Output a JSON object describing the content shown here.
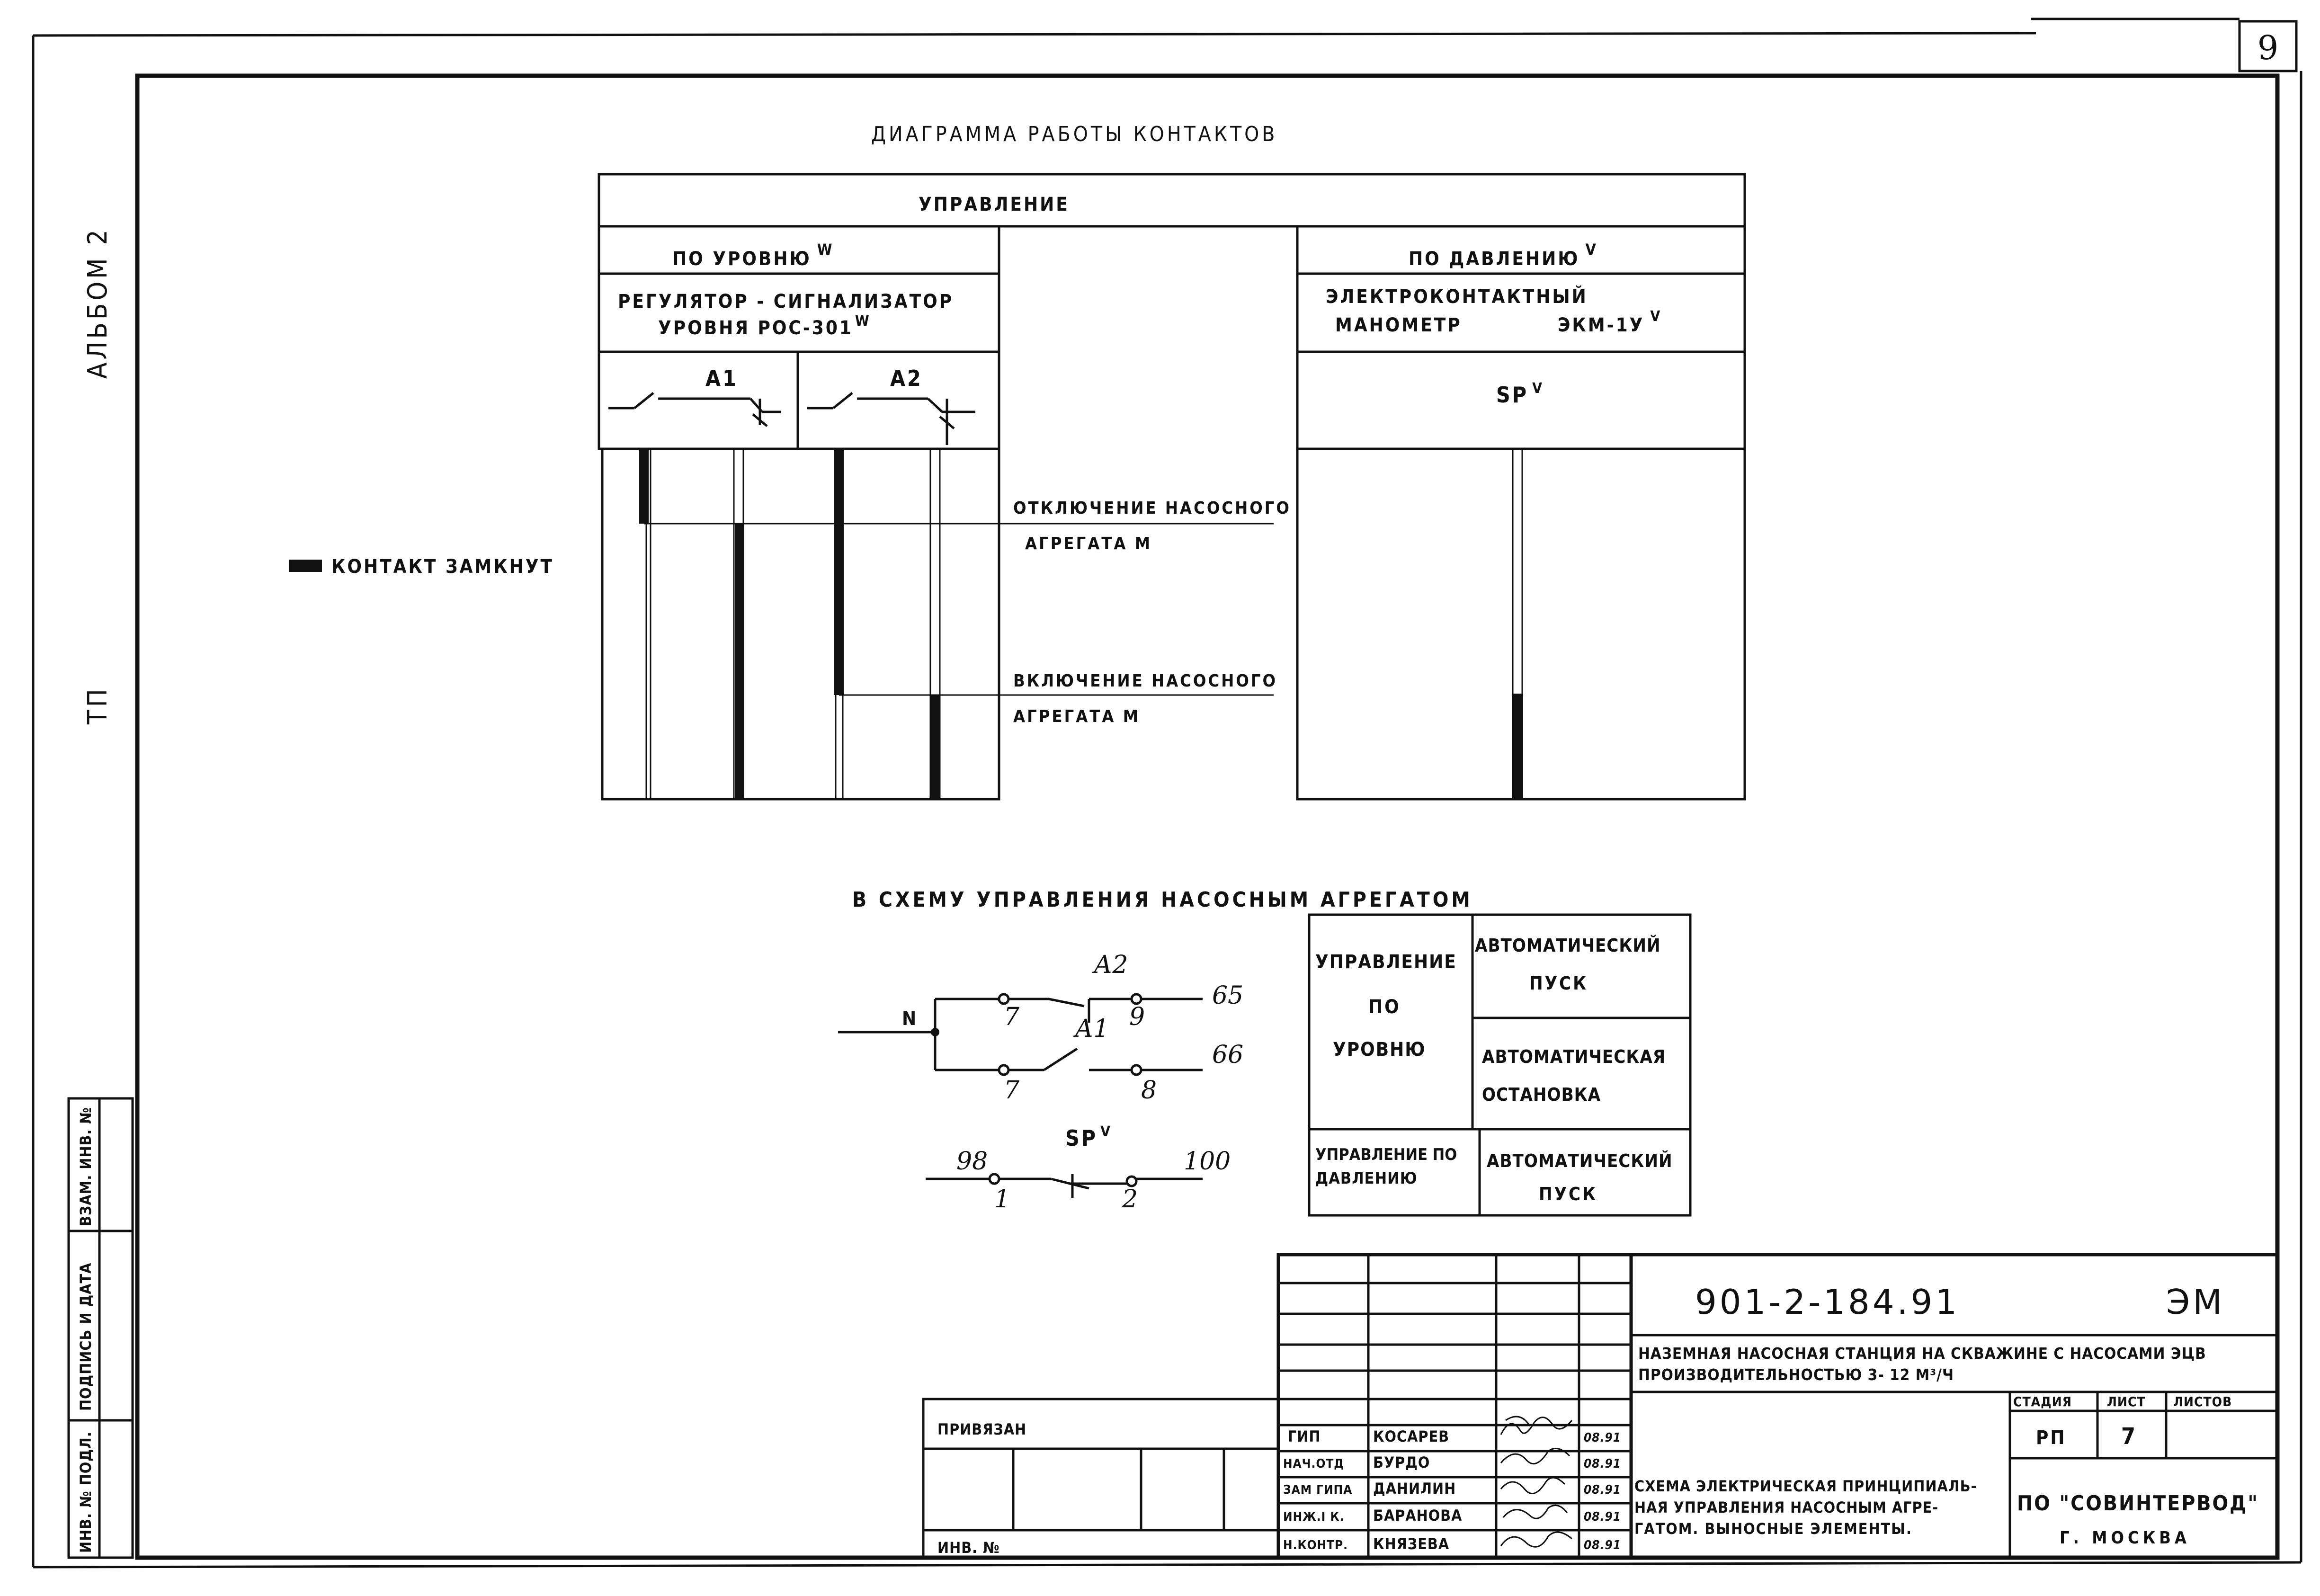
{
  "page_number": "9",
  "left_margin": {
    "album": "АЛЬБОМ 2",
    "tp": "ТП"
  },
  "stamp_side": {
    "inv_podl": "ИНВ. № ПОДЛ.",
    "podpis": "ПОДПИСЬ И ДАТА",
    "vzam": "ВЗАМ. ИНВ. №"
  },
  "diagram": {
    "title": "ДИАГРАММА РАБОТЫ КОНТАКТОВ",
    "header": "УПРАВЛЕНИЕ",
    "level": {
      "label": "ПО УРОВНЮ",
      "sup": "W",
      "device_1": "РЕГУЛЯТОР - СИГНАЛИЗАТОР",
      "device_2": "УРОВНЯ РОС-301",
      "device_sup": "W",
      "contacts": [
        "А1",
        "А2"
      ]
    },
    "pressure": {
      "label": "ПО ДАВЛЕНИЮ",
      "sup": "V",
      "device_1": "ЭЛЕКТРОКОНТАКТНЫЙ",
      "device_2": "МАНОМЕТР",
      "device_3": "ЭКМ-1У",
      "device_sup": "V",
      "contact": "SP",
      "contact_sup": "V"
    },
    "legend": "КОНТАКТ ЗАМКНУТ",
    "off_1": "ОТКЛЮЧЕНИЕ НАСОСНОГО",
    "off_2": "АГРЕГАТА М",
    "on_1": "ВКЛЮЧЕНИЕ НАСОСНОГО",
    "on_2": "АГРЕГАТА М"
  },
  "scheme": {
    "title": "В СХЕМУ УПРАВЛЕНИЯ НАСОСНЫМ АГРЕГАТОМ",
    "labels": {
      "n": "N",
      "a2": "А2",
      "a1": "А1",
      "t7a": "7",
      "t9": "9",
      "t65": "65",
      "t7b": "7",
      "t8": "8",
      "t66": "66",
      "sp": "SP",
      "sp_sup": "V",
      "t98": "98",
      "t1": "1",
      "t2": "2",
      "t100": "100"
    }
  },
  "mode_table": {
    "level_1": "УПРАВЛЕНИЕ",
    "level_2": "ПО",
    "level_3": "УРОВНЮ",
    "auto_start_1": "АВТОМАТИЧЕСКИЙ",
    "auto_start_2": "ПУСК",
    "auto_stop_1": "АВТОМАТИЧЕСКАЯ",
    "auto_stop_2": "ОСТАНОВКА",
    "pressure_1": "УПРАВЛЕНИЕ ПО",
    "pressure_2": "ДАВЛЕНИЮ",
    "p_start_1": "АВТОМАТИЧЕСКИЙ",
    "p_start_2": "ПУСК"
  },
  "title_block": {
    "doc_code": "901-2-184.91",
    "mark": "ЭМ",
    "project_1": "НАЗЕМНАЯ НАСОСНАЯ СТАНЦИЯ НА СКВАЖИНЕ С НАСОСАМИ ЭЦВ",
    "project_2": "ПРОИЗВОДИТЕЛЬНОСТЬЮ 3- 12 М³/Ч",
    "stage_h": "СТАДИЯ",
    "sheet_h": "ЛИСТ",
    "sheets_h": "ЛИСТОВ",
    "stage": "РП",
    "sheet": "7",
    "drawing_1": "СХЕМА ЭЛЕКТРИЧЕСКАЯ ПРИНЦИПИАЛЬ-",
    "drawing_2": "НАЯ УПРАВЛЕНИЯ НАСОСНЫМ АГРЕ-",
    "drawing_3": "ГАТОМ. ВЫНОСНЫЕ ЭЛЕМЕНТЫ.",
    "org_1": "ПО \"СОВИНТЕРВОД\"",
    "org_2": "Г. МОСКВА",
    "privyazan": "ПРИВЯЗАН",
    "inv_no": "ИНВ. №",
    "signers": [
      {
        "role": "ГИП",
        "name": "КОСАРЕВ",
        "date": "08.91"
      },
      {
        "role": "НАЧ.ОТД",
        "name": "БУРДО",
        "date": "08.91"
      },
      {
        "role": "ЗАМ ГИПА",
        "name": "ДАНИЛИН",
        "date": "08.91"
      },
      {
        "role": "ИНЖ.I К.",
        "name": "БАРАНОВА",
        "date": "08.91"
      },
      {
        "role": "Н.КОНТР.",
        "name": "КНЯЗЕВА",
        "date": "08.91"
      }
    ]
  }
}
